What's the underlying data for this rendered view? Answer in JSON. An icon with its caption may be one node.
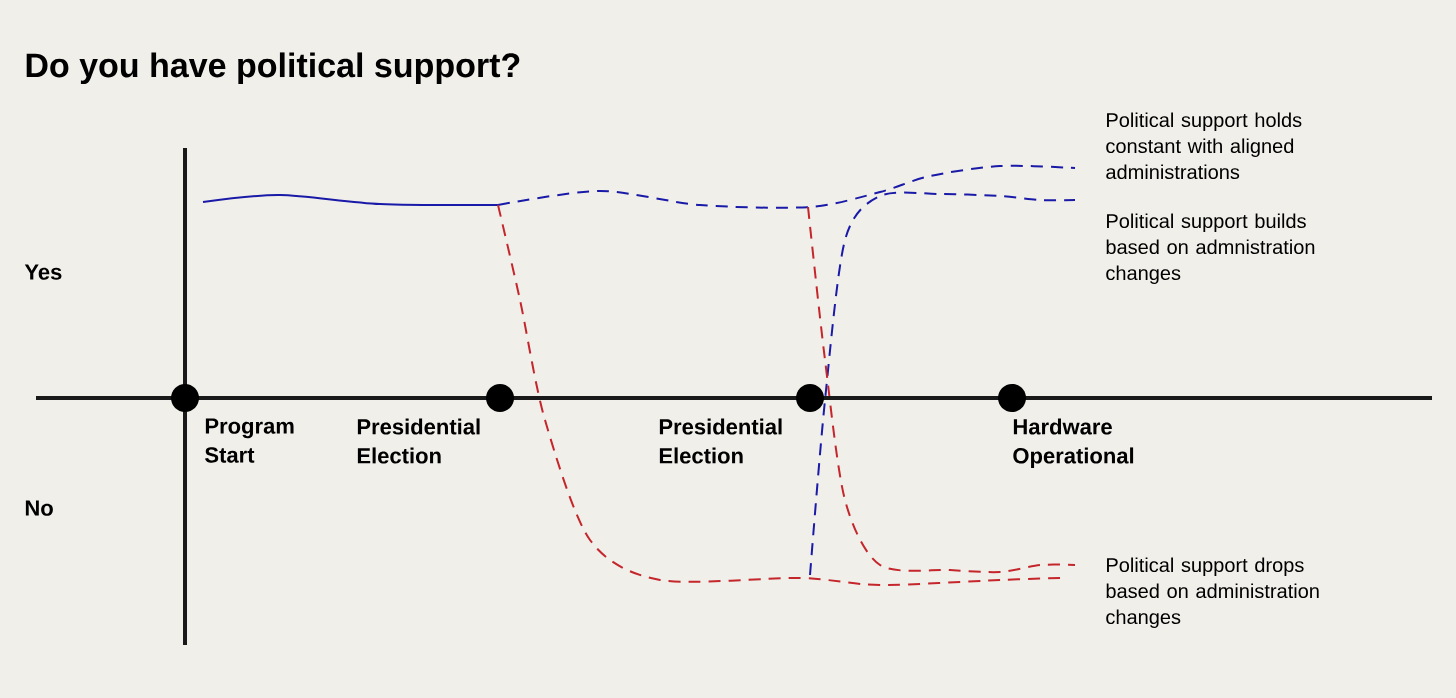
{
  "diagram": {
    "title": "Do you have political support?",
    "nodes": [
      {
        "text": [
          "Program Start"
        ]
      },
      {
        "text": [
          "Presidential Election"
        ]
      },
      {
        "text": [
          "Presidential Election"
        ]
      },
      {
        "text": [
          "Hardware Operational"
        ]
      }
    ],
    "labels": [
      "Political support holds constant with aligned administrations",
      "Political support builds based on admnistration changes",
      "Yes",
      "No",
      "Political support drops based on administration changes"
    ]
  }
}
